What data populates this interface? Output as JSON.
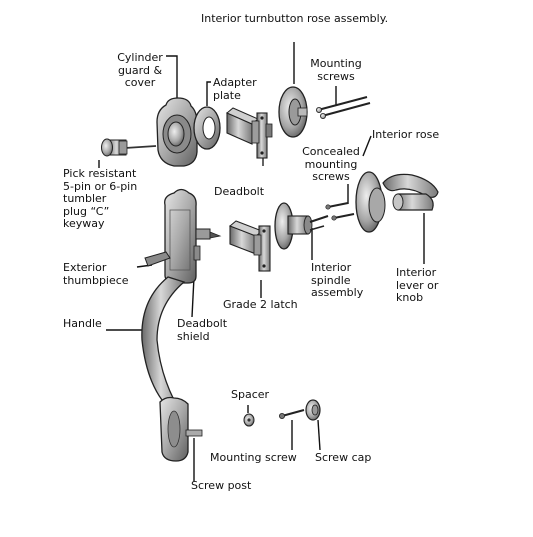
{
  "diagram": {
    "labels": {
      "interior_turnbutton": "Interior turnbutton rose assembly.",
      "mounting_screws_top": "Mounting\nscrews",
      "cylinder_guard": "Cylinder\nguard &\ncover",
      "adapter_plate": "Adapter\nplate",
      "interior_rose": "Interior rose",
      "concealed_screws": "Concealed\nmounting\nscrews",
      "pick_resistant": "Pick resistant\n5-pin or 6-pin\ntumbler\nplug “C”\nkeyway",
      "deadbolt": "Deadbolt",
      "exterior_thumbpiece": "Exterior\nthumbpiece",
      "interior_spindle": "Interior\nspindle\nassembly",
      "interior_lever": "Interior\nlever or\nknob",
      "grade2_latch": "Grade 2 latch",
      "handle": "Handle",
      "deadbolt_shield": "Deadbolt\nshield",
      "spacer": "Spacer",
      "mounting_screw": "Mounting screw",
      "screw_cap": "Screw cap",
      "screw_post": "Screw post"
    },
    "colors": {
      "ink": "#111111",
      "metal_dark": "#6e6e6e",
      "metal_mid": "#a8a8a8",
      "metal_light": "#dcdcdc"
    }
  }
}
